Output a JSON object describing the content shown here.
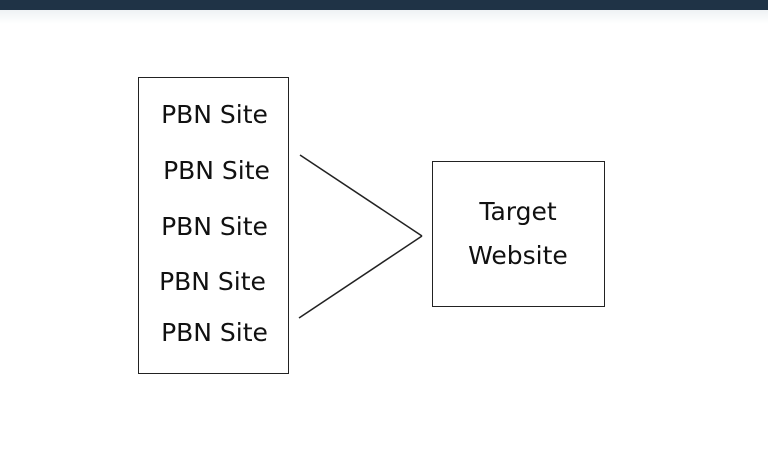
{
  "pbn_sites": [
    "PBN Site",
    "PBN Site",
    "PBN Site",
    "PBN Site",
    "PBN Site"
  ],
  "target": {
    "line1": "Target",
    "line2": "Website"
  },
  "colors": {
    "stroke": "#222222",
    "top_bar": "#1f3346"
  }
}
